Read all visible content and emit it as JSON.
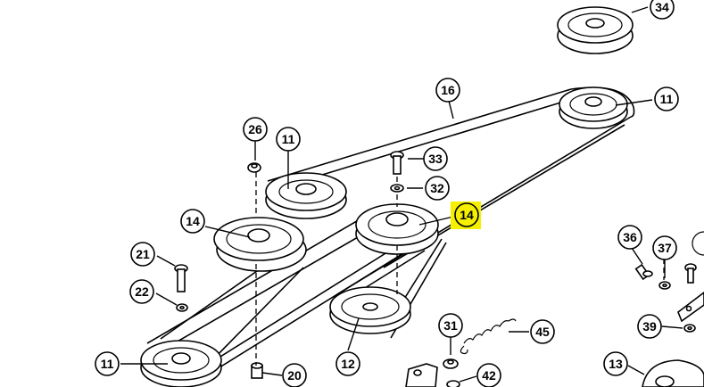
{
  "diagram": {
    "highlight_color": "#f5f000",
    "ink_color": "#000000",
    "callouts": {
      "c34": "34",
      "c16": "16",
      "c11_top_right": "11",
      "c26": "26",
      "c11_upper": "11",
      "c33": "33",
      "c32": "32",
      "c14_highlighted": "14",
      "c14_left": "14",
      "c21": "21",
      "c22": "22",
      "c36": "36",
      "c37": "37",
      "c39": "39",
      "c31": "31",
      "c45": "45",
      "c12": "12",
      "c11_bottom_left": "11",
      "c20": "20",
      "c42": "42",
      "c13": "13"
    }
  }
}
